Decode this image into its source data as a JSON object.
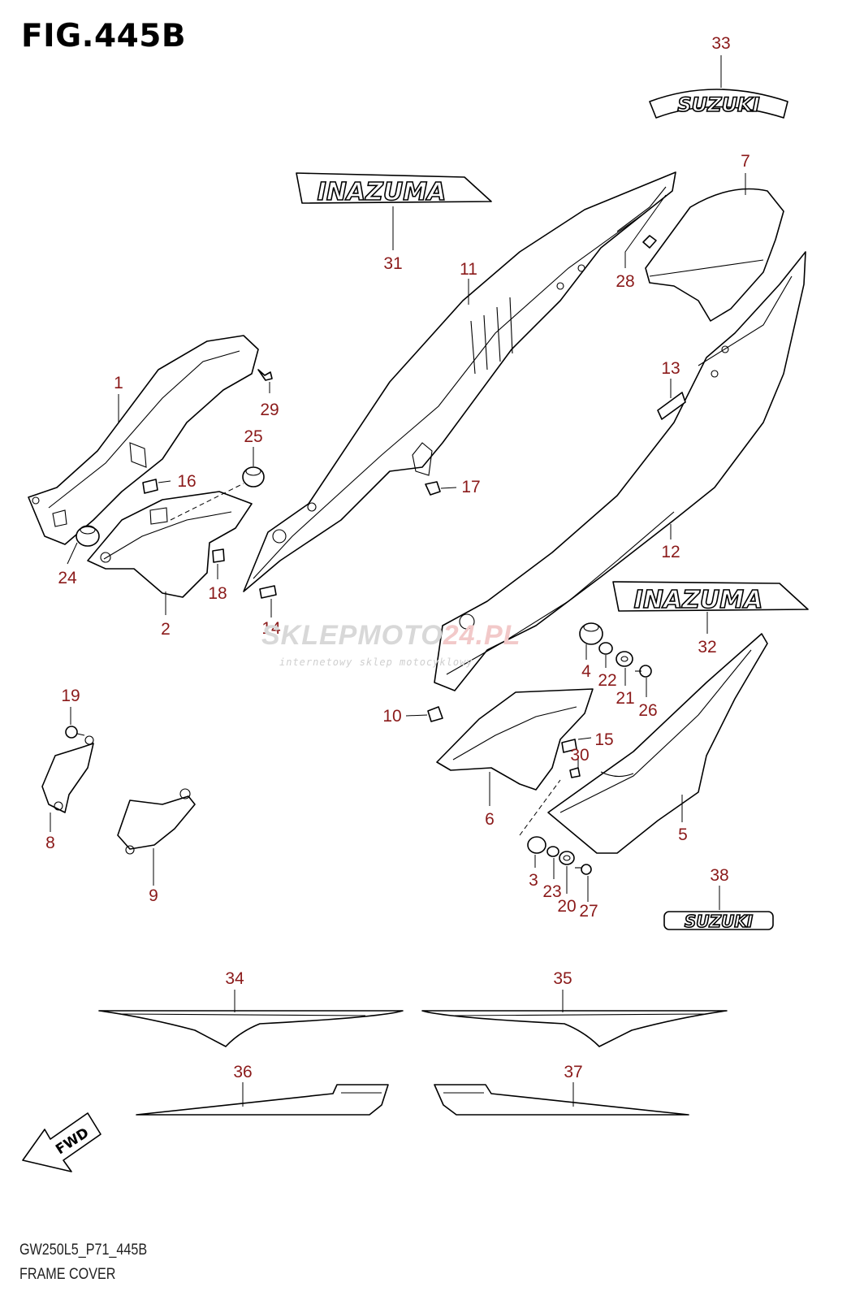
{
  "figure": {
    "title": "FIG.445B",
    "model_code": "GW250L5_P71_445B",
    "name": "FRAME COVER"
  },
  "watermark": {
    "brand_part1": "SKLEPMOTO",
    "brand_part2": "24.PL",
    "tagline": "internetowy sklep motocyklowy"
  },
  "decals": {
    "inazuma_upper": "INAZUMA",
    "inazuma_lower": "INAZUMA",
    "suzuki_top": "SUZUKI",
    "suzuki_bottom": "SUZUKI"
  },
  "fwd_arrow": "FWD",
  "callouts": [
    "1",
    "2",
    "3",
    "4",
    "5",
    "6",
    "7",
    "8",
    "9",
    "10",
    "11",
    "12",
    "13",
    "14",
    "15",
    "16",
    "17",
    "18",
    "19",
    "20",
    "21",
    "22",
    "23",
    "24",
    "25",
    "26",
    "27",
    "28",
    "29",
    "30",
    "31",
    "32",
    "33",
    "34",
    "35",
    "36",
    "37",
    "38"
  ],
  "colors": {
    "callout": "#8b1a1a",
    "line": "#000000"
  }
}
